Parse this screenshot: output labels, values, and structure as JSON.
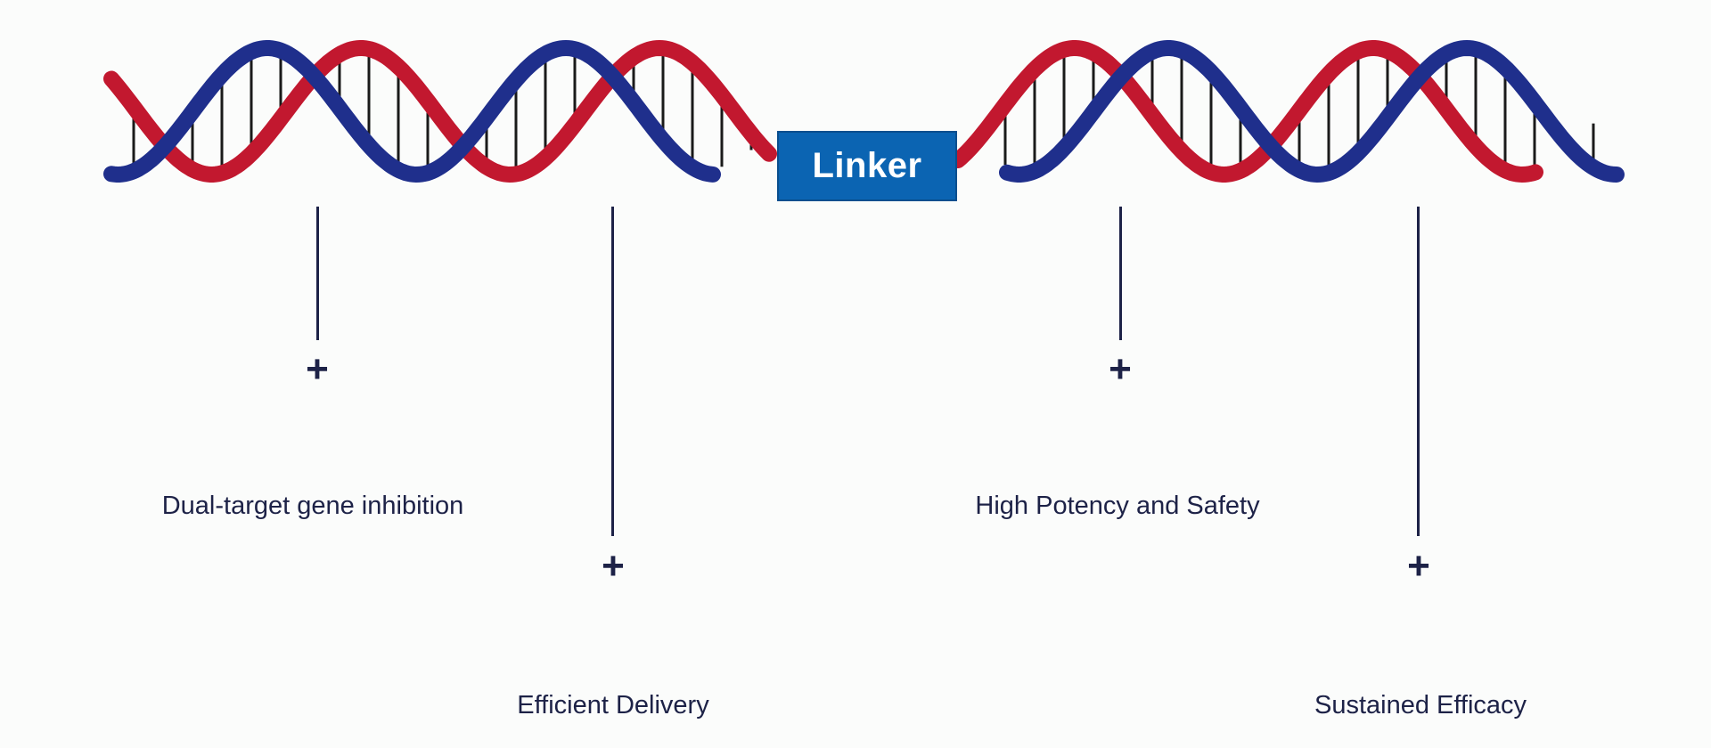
{
  "linker": {
    "label": "Linker"
  },
  "colors": {
    "strand_blue": "#1f2f8c",
    "strand_red": "#c2182f",
    "rung": "#1a1a1a",
    "linker_fill": "#0b64b2",
    "text": "#1d2247"
  },
  "features": [
    {
      "label": "Dual-target gene inhibition"
    },
    {
      "label": "Efficient Delivery"
    },
    {
      "label": "High Potency and Safety"
    },
    {
      "label": "Sustained Efficacy"
    }
  ],
  "icons": {
    "plus": "+"
  }
}
